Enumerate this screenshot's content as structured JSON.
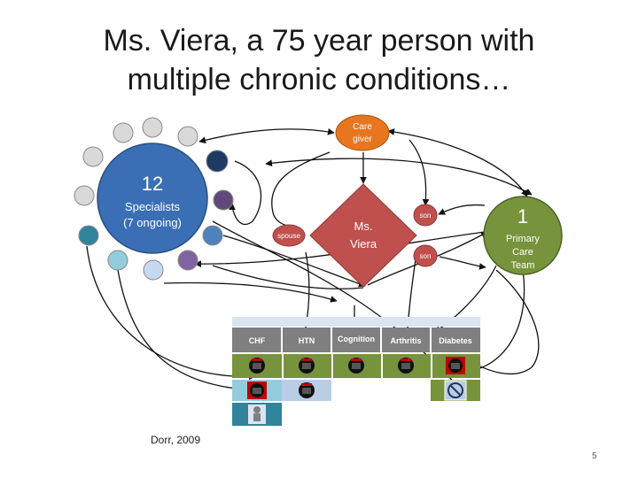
{
  "title": {
    "line1": "Ms. Viera, a 75 year person with",
    "line2": "multiple chronic conditions…"
  },
  "specialists": {
    "count": "12",
    "label1": "Specialists",
    "label2": "(7 ongoing)"
  },
  "caregiver": {
    "line1": "Care",
    "line2": "giver"
  },
  "patient": {
    "line1": "Ms.",
    "line2": "Viera"
  },
  "spouse": "spouse",
  "son_top": "son",
  "son_bottom": "son",
  "primary": {
    "count": "1",
    "line1": "Primary",
    "line2": "Care",
    "line3": "Team"
  },
  "conditions": [
    "CHF",
    "HTN",
    "Cognition",
    "Arthritis",
    "Diabetes"
  ],
  "citation": "Dorr, 2009",
  "page_number": "5",
  "colors": {
    "specialists": "#3a6fb5",
    "caregiver": "#e8761e",
    "patient": "#c0504d",
    "primary": "#77933c",
    "header": "#7f7f7f",
    "row_green": "#77933c",
    "red_icon": "#c00000",
    "light_blue": "#b9cde5",
    "teal": "#31849b"
  }
}
